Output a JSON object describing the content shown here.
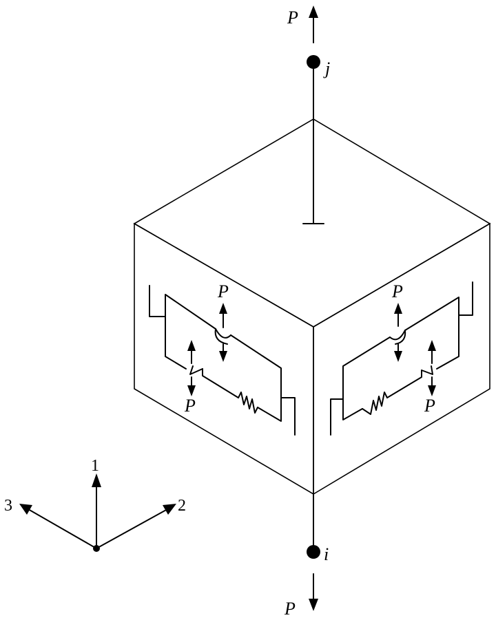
{
  "labels": {
    "force": "P",
    "node_top": "j",
    "node_bottom": "i",
    "axis_1": "1",
    "axis_2": "2",
    "axis_3": "3"
  }
}
